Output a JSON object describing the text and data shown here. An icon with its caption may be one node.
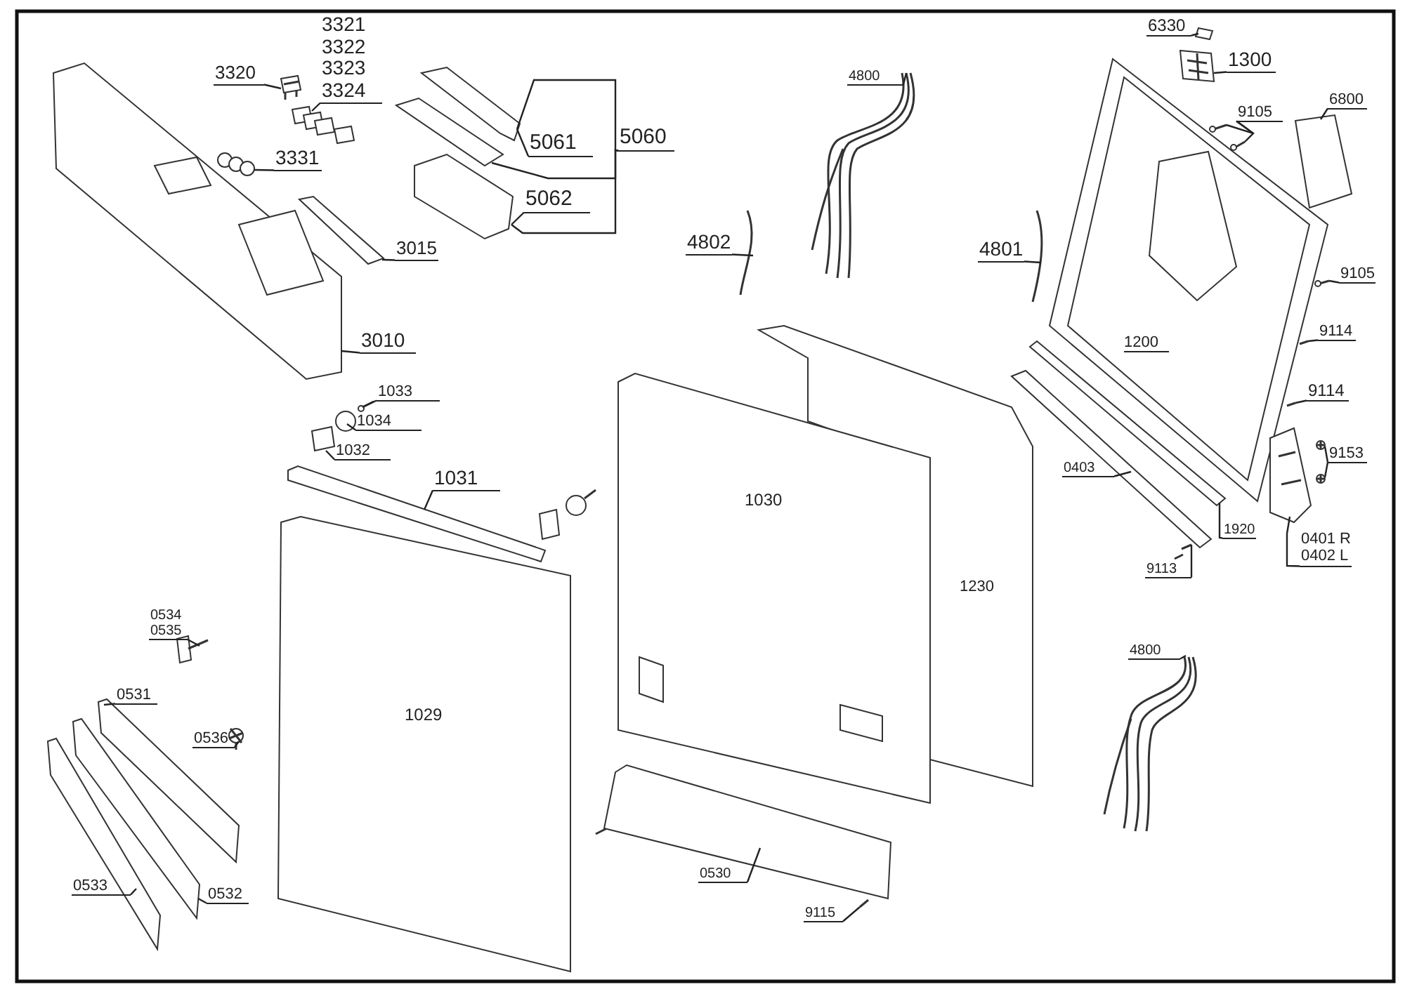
{
  "diagram": {
    "nodes": [
      {
        "text": [
          "3320"
        ]
      },
      {
        "text": [
          "3321",
          "3322",
          "3323",
          "3324"
        ]
      },
      {
        "text": [
          "3331"
        ]
      },
      {
        "text": [
          "3015"
        ]
      },
      {
        "text": [
          "3010"
        ]
      },
      {
        "text": [
          "5061"
        ]
      },
      {
        "text": [
          "5062"
        ]
      },
      {
        "text": [
          "5060"
        ]
      },
      {
        "text": [
          "4800"
        ]
      },
      {
        "text": [
          "4802"
        ]
      },
      {
        "text": [
          "6330"
        ]
      },
      {
        "text": [
          "1300"
        ]
      },
      {
        "text": [
          "9105"
        ]
      },
      {
        "text": [
          "6800"
        ]
      },
      {
        "text": [
          "4801"
        ]
      },
      {
        "text": [
          "9105"
        ]
      },
      {
        "text": [
          "9114"
        ]
      },
      {
        "text": [
          "9114"
        ]
      },
      {
        "text": [
          "9153"
        ]
      },
      {
        "text": [
          "0403"
        ]
      },
      {
        "text": [
          "1920"
        ]
      },
      {
        "text": [
          "9113"
        ]
      },
      {
        "text": [
          "0401 R",
          "0402 L"
        ]
      },
      {
        "text": [
          "1033"
        ]
      },
      {
        "text": [
          "1034"
        ]
      },
      {
        "text": [
          "1032"
        ]
      },
      {
        "text": [
          "1031"
        ]
      },
      {
        "text": [
          "0534",
          "0535"
        ]
      },
      {
        "text": [
          "0531"
        ]
      },
      {
        "text": [
          "0536"
        ]
      },
      {
        "text": [
          "0533"
        ]
      },
      {
        "text": [
          "0532"
        ]
      },
      {
        "text": [
          "0530"
        ]
      },
      {
        "text": [
          "9115"
        ]
      },
      {
        "text": [
          "4800"
        ]
      },
      {
        "text": [],
        "shape": "picture"
      },
      {
        "text": [],
        "shape": "picture"
      },
      {
        "text": [],
        "shape": "picture"
      },
      {
        "text": [],
        "shape": "picture"
      },
      {
        "text": [],
        "shape": "picture"
      },
      {
        "text": [],
        "shape": "picture"
      },
      {
        "text": [],
        "shape": "picture"
      },
      {
        "text": [],
        "shape": "picture"
      },
      {
        "text": [],
        "shape": "picture"
      },
      {
        "text": [],
        "shape": "picture"
      },
      {
        "text": [],
        "shape": "picture"
      },
      {
        "text": [],
        "shape": "picture"
      },
      {
        "text": [],
        "shape": "picture"
      },
      {
        "text": [],
        "shape": "picture"
      },
      {
        "text": [],
        "shape": "picture"
      },
      {
        "text": [],
        "shape": "picture"
      },
      {
        "text": [],
        "shape": "picture"
      },
      {
        "text": [],
        "shape": "picture"
      },
      {
        "text": [],
        "shape": "picture"
      },
      {
        "text": [],
        "shape": "picture"
      },
      {
        "text": [],
        "shape": "picture"
      },
      {
        "text": [],
        "shape": "picture"
      },
      {
        "text": [],
        "shape": "picture"
      },
      {
        "text": [],
        "shape": "picture"
      },
      {
        "text": [],
        "shape": "picture"
      },
      {
        "text": [],
        "shape": "picture"
      },
      {
        "text": [],
        "shape": "picture"
      },
      {
        "text": [],
        "shape": "picture"
      },
      {
        "text": [],
        "shape": "picture"
      },
      {
        "text": [],
        "shape": "picture"
      },
      {
        "text": [],
        "shape": "picture"
      },
      {
        "text": [],
        "shape": "picture"
      },
      {
        "text": [],
        "shape": "picture"
      },
      {
        "text": [],
        "shape": "picture"
      },
      {
        "text": [],
        "shape": "picture"
      },
      {
        "text": [],
        "shape": "picture"
      },
      {
        "text": [],
        "shape": "picture"
      }
    ],
    "edges": [
      {
        "from": 0,
        "to": 36,
        "arrow": "none"
      },
      {
        "from": 1,
        "to": 37,
        "arrow": "none"
      },
      {
        "from": 2,
        "to": 38,
        "arrow": "none"
      },
      {
        "from": 3,
        "to": 39,
        "arrow": "none"
      },
      {
        "from": 4,
        "to": 35,
        "arrow": "none"
      },
      {
        "from": 5,
        "to": 40,
        "arrow": "none"
      },
      {
        "from": 6,
        "to": 42,
        "arrow": "none"
      },
      {
        "from": 7,
        "to": 40,
        "arrow": "none"
      },
      {
        "from": 7,
        "to": 41,
        "arrow": "none"
      },
      {
        "from": 7,
        "to": 42,
        "arrow": "none"
      },
      {
        "from": 8,
        "to": 43,
        "arrow": "none"
      },
      {
        "from": 9,
        "to": 44,
        "arrow": "none"
      },
      {
        "from": 10,
        "to": 45,
        "arrow": "none"
      },
      {
        "from": 11,
        "to": 46,
        "arrow": "none"
      },
      {
        "from": 12,
        "to": 47,
        "arrow": "none"
      },
      {
        "from": 12,
        "to": 48,
        "arrow": "none"
      },
      {
        "from": 13,
        "to": 49,
        "arrow": "none"
      },
      {
        "from": 14,
        "to": 50,
        "arrow": "none"
      },
      {
        "from": 15,
        "to": 51,
        "arrow": "none"
      },
      {
        "from": 16,
        "to": 52,
        "arrow": "none"
      },
      {
        "from": 17,
        "to": 53,
        "arrow": "none"
      },
      {
        "from": 18,
        "to": 54,
        "arrow": "none"
      },
      {
        "from": 18,
        "to": 55,
        "arrow": "none"
      },
      {
        "from": 19,
        "to": 56,
        "arrow": "none"
      },
      {
        "from": 20,
        "to": 57,
        "arrow": "none"
      },
      {
        "from": 21,
        "to": 58,
        "arrow": "none"
      },
      {
        "from": 22,
        "to": 59,
        "arrow": "none"
      },
      {
        "from": 23,
        "to": 60,
        "arrow": "none"
      },
      {
        "from": 24,
        "to": 61,
        "arrow": "none"
      },
      {
        "from": 25,
        "to": 62,
        "arrow": "none"
      },
      {
        "from": 26,
        "to": 63,
        "arrow": "none"
      },
      {
        "from": 27,
        "to": 64,
        "arrow": "none"
      },
      {
        "from": 28,
        "to": 65,
        "arrow": "none"
      },
      {
        "from": 29,
        "to": 66,
        "arrow": "none"
      },
      {
        "from": 30,
        "to": 67,
        "arrow": "none"
      },
      {
        "from": 31,
        "to": 68,
        "arrow": "none"
      },
      {
        "from": 32,
        "to": 69,
        "arrow": "none"
      },
      {
        "from": 33,
        "to": 70,
        "arrow": "none"
      },
      {
        "from": 34,
        "to": 71,
        "arrow": "none"
      }
    ],
    "labels": [
      "1200",
      "1030",
      "1230",
      "1029"
    ]
  }
}
